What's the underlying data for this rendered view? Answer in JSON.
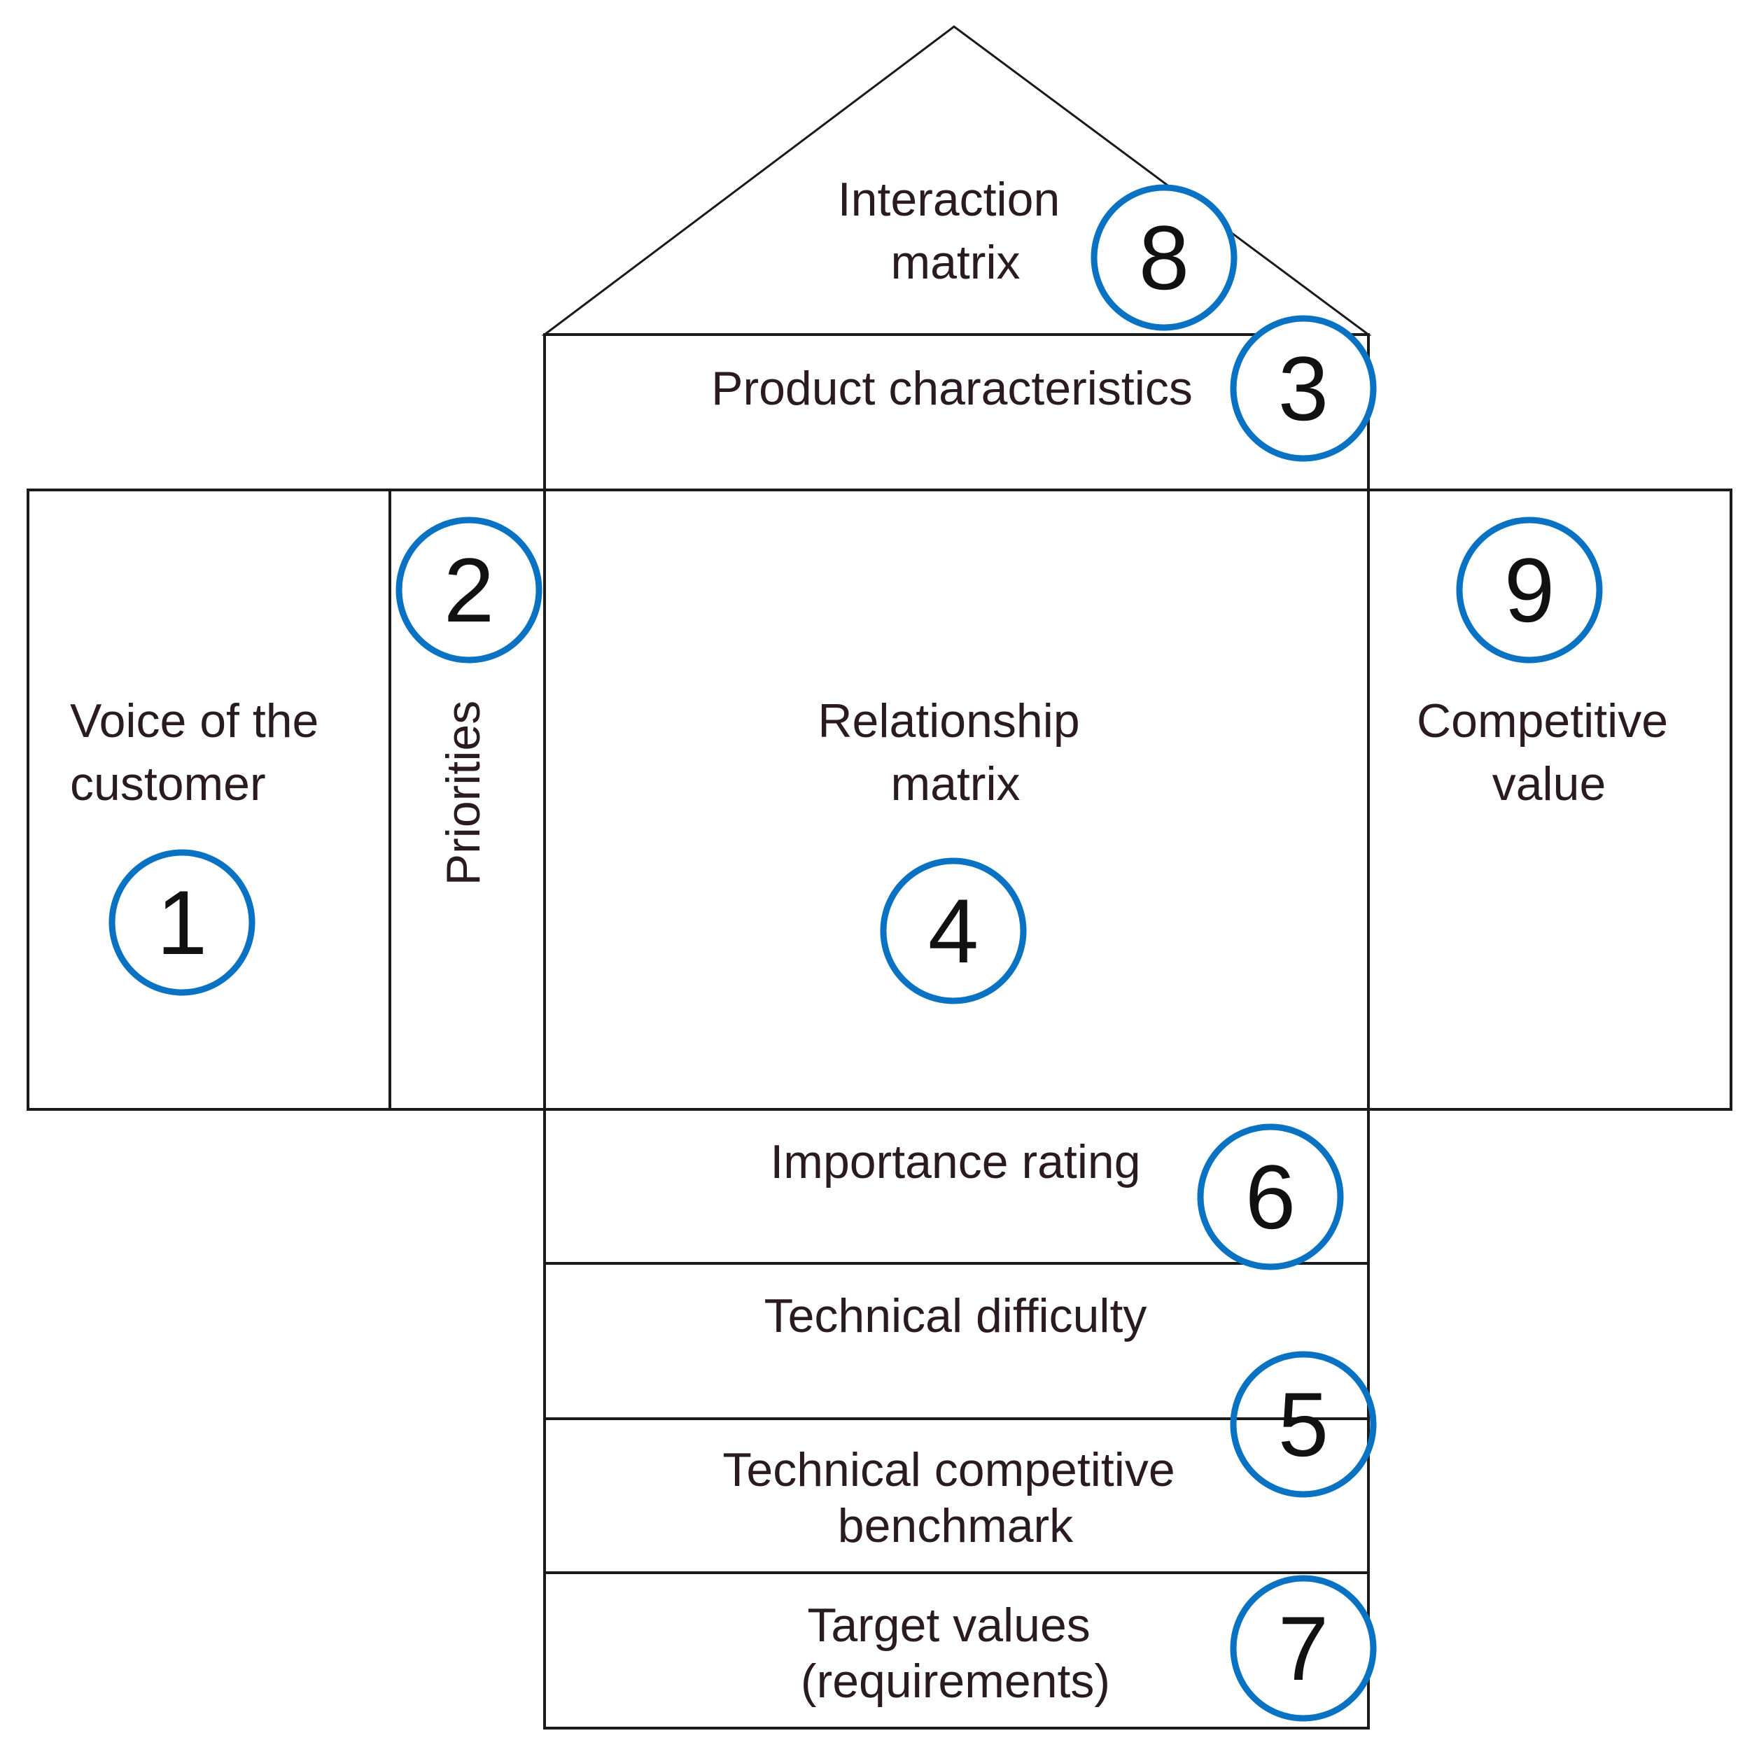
{
  "title": "",
  "sections": {
    "interaction_matrix": {
      "lines": [
        "Interaction",
        "matrix"
      ],
      "number": "8"
    },
    "product_characteristics": {
      "lines": [
        "Product characteristics"
      ],
      "number": "3"
    },
    "voice_of_customer": {
      "lines": [
        "Voice of the",
        "customer"
      ],
      "number": "1"
    },
    "priorities": {
      "lines": [
        "Priorities"
      ],
      "number": "2"
    },
    "relationship_matrix": {
      "lines": [
        "Relationship",
        "matrix"
      ],
      "number": "4"
    },
    "competitive_value": {
      "lines": [
        "Competitive",
        "value"
      ],
      "number": "9"
    },
    "importance_rating": {
      "lines": [
        "Importance rating"
      ],
      "number": "6"
    },
    "technical_difficulty": {
      "lines": [
        "Technical difficulty"
      ]
    },
    "technical_benchmark": {
      "lines": [
        "Technical competitive",
        "benchmark"
      ],
      "number": "5"
    },
    "target_values": {
      "lines": [
        "Target values",
        "(requirements)"
      ],
      "number": "7"
    }
  },
  "colors": {
    "badge_ring": "#0a72c2",
    "box_stroke": "#1a1a1a",
    "label_text": "#2a1a22"
  }
}
